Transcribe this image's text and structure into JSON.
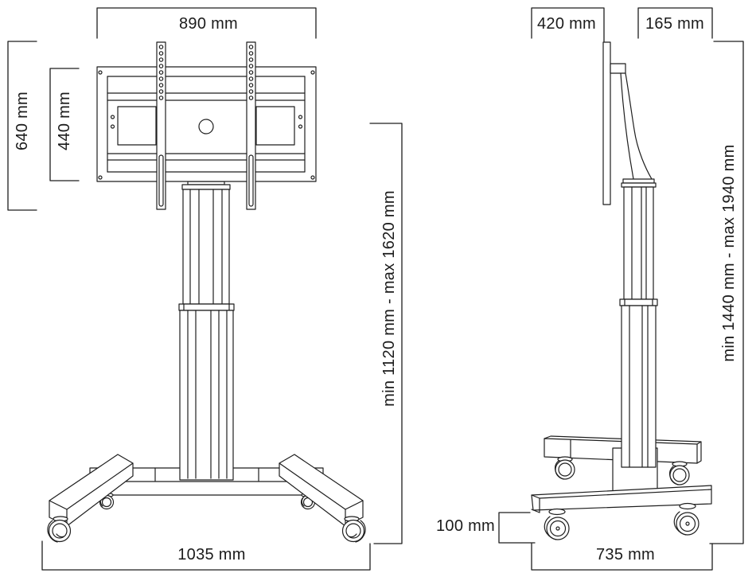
{
  "diagram": {
    "type": "technical-dimension-drawing",
    "subject": "height-adjustable mobile TV trolley with casters",
    "line_color": "#1e1e1e",
    "background_color": "#ffffff",
    "front_view": {
      "dim_mount_width": "890 mm",
      "dim_bracket_height": "640 mm",
      "dim_plate_height": "440 mm",
      "dim_height_range": "min 1120 mm - max 1620 mm",
      "dim_base_width": "1035 mm"
    },
    "side_view": {
      "dim_depth_front": "420 mm",
      "dim_depth_rear": "165 mm",
      "dim_height_range": "min 1440 mm - max 1940 mm",
      "dim_base_height": "100 mm",
      "dim_base_depth": "735 mm"
    }
  }
}
